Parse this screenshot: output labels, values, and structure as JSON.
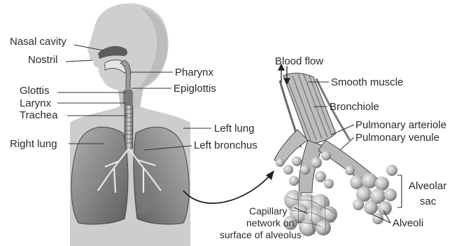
{
  "labels": {
    "nasal_cavity": "Nasal cavity",
    "nostril": "Nostril",
    "glottis": "Glottis",
    "larynx": "Larynx",
    "trachea": "Trachea",
    "right_lung": "Right lung",
    "pharynx": "Pharynx",
    "epiglottis": "Epiglottis",
    "left_lung": "Left lung",
    "left_bronchus": "Left bronchus",
    "blood_flow": "Blood flow",
    "smooth_muscle": "Smooth muscle",
    "bronchiole": "Bronchiole",
    "pulmonary_arteriole": "Pulmonary arteriole",
    "pulmonary_venule": "Pulmonary venule",
    "alveolar_sac_line1": "Alveolar",
    "alveolar_sac_line2": "sac",
    "alveoli": "Alveoli",
    "capillary_line1": "Capillary",
    "capillary_line2": "network on",
    "capillary_line3": "surface of alveolus"
  },
  "colors": {
    "body_fill": "#cfcfcf",
    "body_shade": "#bdbdbd",
    "lung_fill": "#8e8e8e",
    "lung_dark": "#6a6a6a",
    "airway": "#e8e8e8",
    "line": "#333333",
    "alveolus": "#b5b5b5"
  }
}
